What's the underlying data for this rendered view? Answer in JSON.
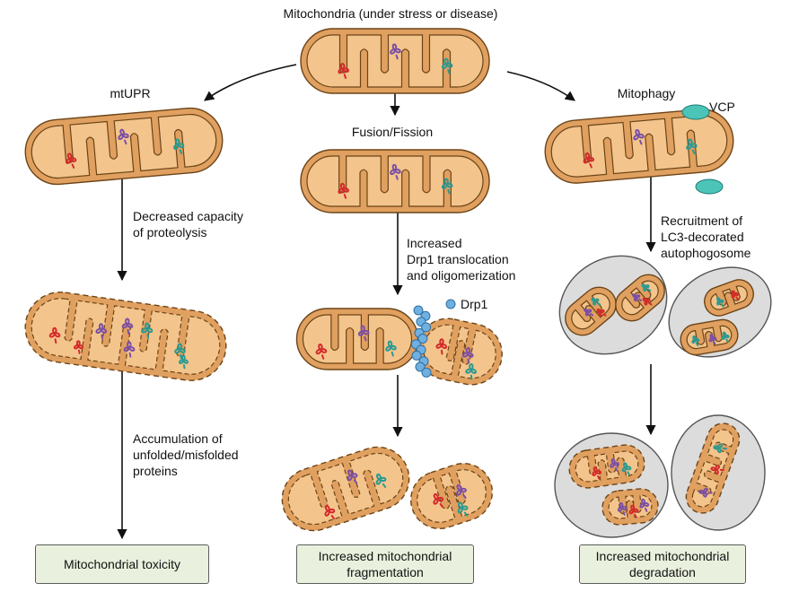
{
  "top_label": "Mitochondria (under stress or disease)",
  "pathways": [
    {
      "title": "mtUPR",
      "step1": "Decreased capacity\nof proteolysis",
      "step2": "Accumulation of\nunfolded/misfolded\nproteins",
      "outcome": "Mitochondrial toxicity"
    },
    {
      "title": "Fusion/Fission",
      "step1": "Increased\nDrp1 translocation\nand oligomerization",
      "protein_label": "Drp1",
      "outcome": "Increased mitochondrial\nfragmentation"
    },
    {
      "title": "Mitophagy",
      "protein_label": "VCP",
      "step1": "Recruitment of\nLC3-decorated\nautophogosome",
      "outcome": "Increased mitochondrial\ndegradation"
    }
  ],
  "colors": {
    "membrane_outer": "#e0a060",
    "matrix": "#f3c58c",
    "outline": "#6b4418",
    "dna_red": "#d42a2a",
    "dna_purple": "#7b4fa6",
    "dna_teal": "#2a9a92",
    "drp1": "#6fb0e0",
    "vcp": "#4cc4b8",
    "vesicle_fill": "#dcdcdc",
    "outcome_fill": "#e9f1de"
  }
}
